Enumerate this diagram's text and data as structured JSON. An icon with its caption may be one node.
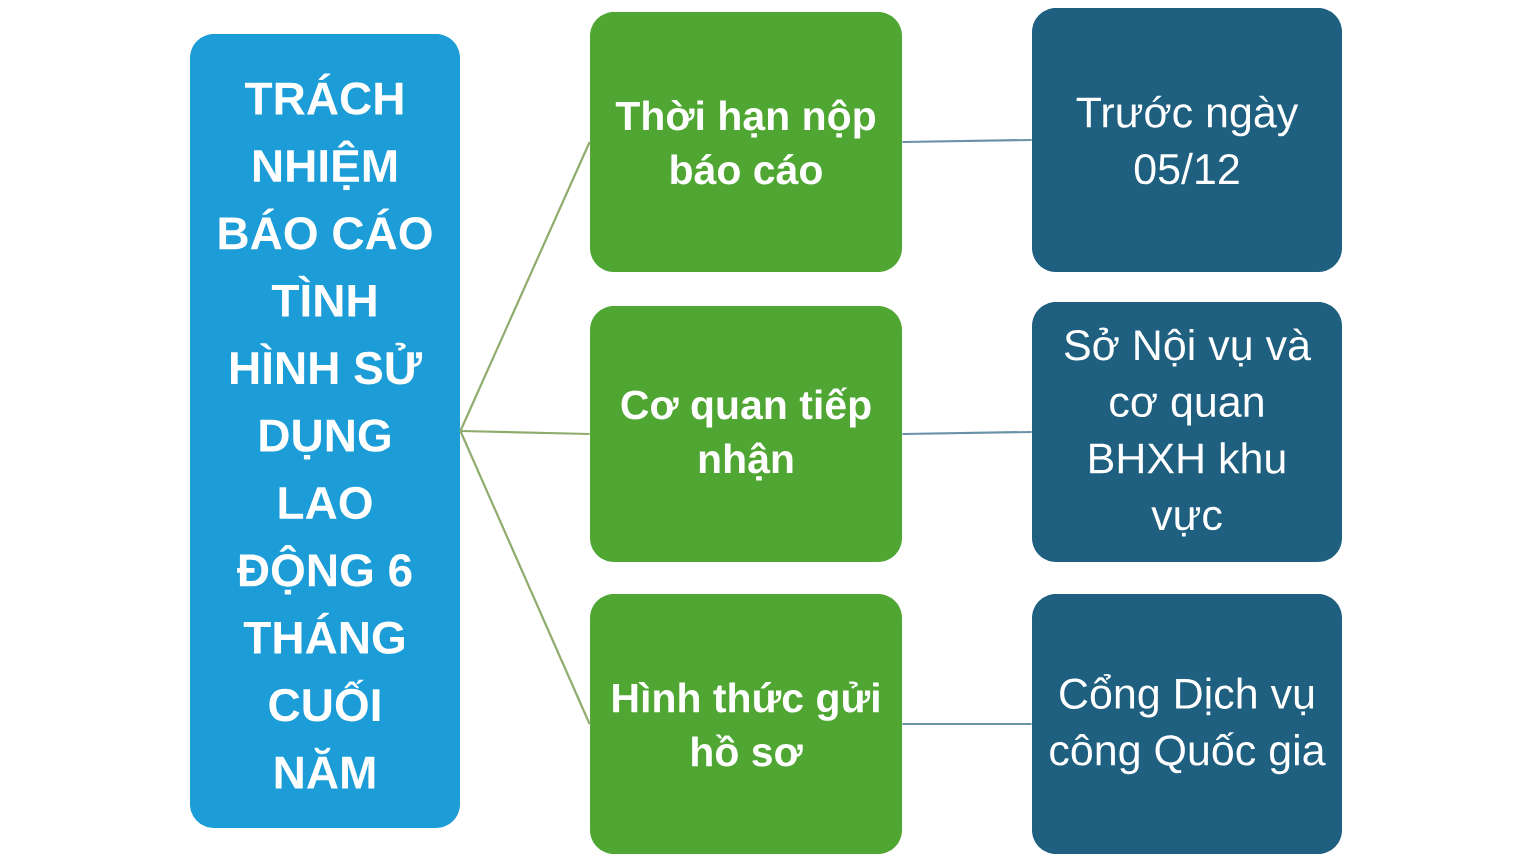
{
  "diagram": {
    "nodes": [
      {
        "text": [
          "TRÁCH NHIỆM BÁO CÁO TÌNH HÌNH SỬ DỤNG LAO ĐỘNG 6 THÁNG CUỐI NĂM"
        ]
      },
      {
        "text": [
          "Thời hạn nộp báo cáo"
        ]
      },
      {
        "text": [
          "Cơ quan tiếp nhận"
        ]
      },
      {
        "text": [
          "Hình thức gửi hồ sơ"
        ]
      },
      {
        "text": [
          "Trước ngày 05/12"
        ]
      },
      {
        "text": [
          "Sở Nội vụ và cơ quan BHXH khu vực"
        ]
      },
      {
        "text": [
          "Cổng Dịch vụ công Quốc gia"
        ]
      }
    ],
    "edges": [
      {
        "from": 0,
        "to": 1,
        "arrow": "none",
        "color": "#8fac6e"
      },
      {
        "from": 0,
        "to": 2,
        "arrow": "none",
        "color": "#8fac6e"
      },
      {
        "from": 0,
        "to": 3,
        "arrow": "none",
        "color": "#8fac6e"
      },
      {
        "from": 1,
        "to": 4,
        "arrow": "none",
        "color": "#6a91a8"
      },
      {
        "from": 2,
        "to": 5,
        "arrow": "none",
        "color": "#6a91a8"
      },
      {
        "from": 3,
        "to": 6,
        "arrow": "none",
        "color": "#6a91a8"
      }
    ]
  }
}
